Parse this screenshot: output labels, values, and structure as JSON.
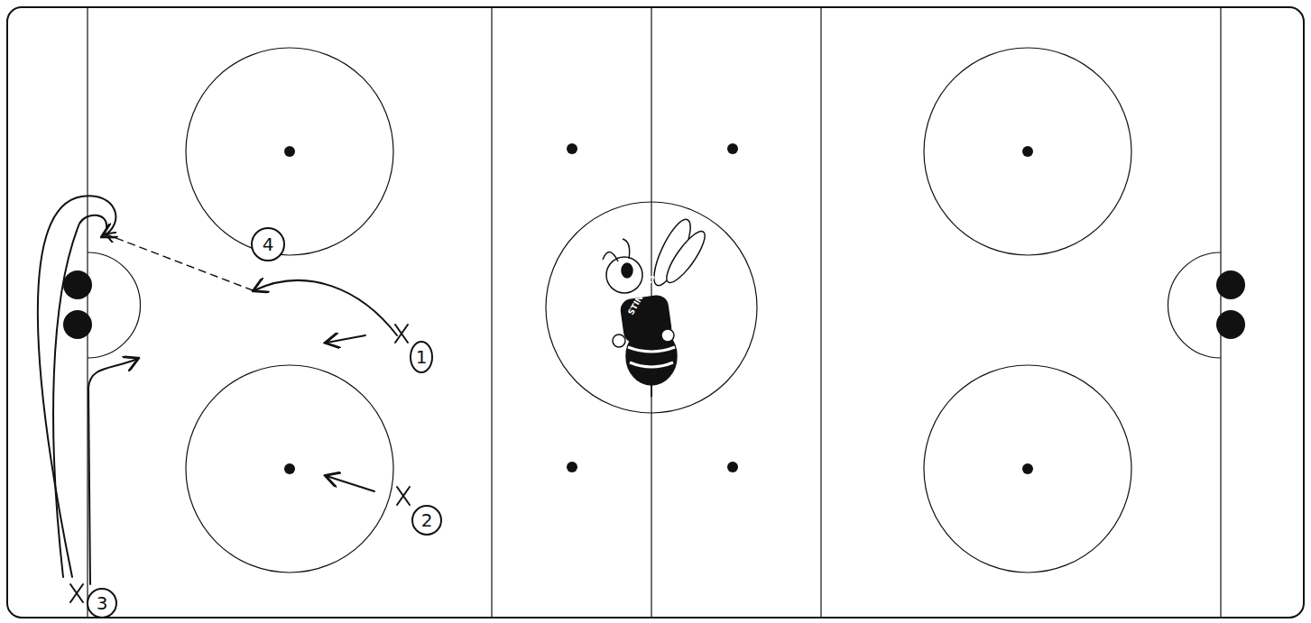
{
  "diagram": {
    "nodes": [
      {
        "text": [
          "4"
        ]
      },
      {
        "text": [
          "1"
        ]
      },
      {
        "text": [
          "2"
        ]
      },
      {
        "text": [
          "3"
        ]
      }
    ],
    "labels": [
      "STINGERS"
    ]
  }
}
